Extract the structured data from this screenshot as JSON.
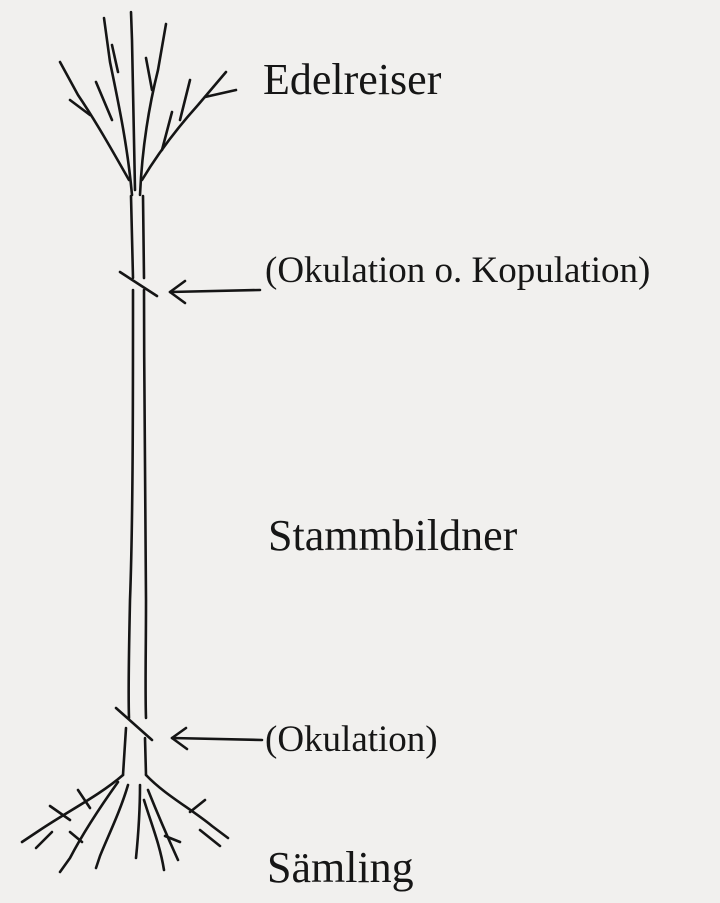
{
  "labels": {
    "scion": "Edelreiser",
    "upper_graft": "(Okulation o. Kopulation)",
    "stem_builder": "Stammbildner",
    "lower_graft": "(Okulation)",
    "seedling": "Sämling"
  },
  "colors": {
    "background": "#f1f0ee",
    "ink": "#161616"
  }
}
